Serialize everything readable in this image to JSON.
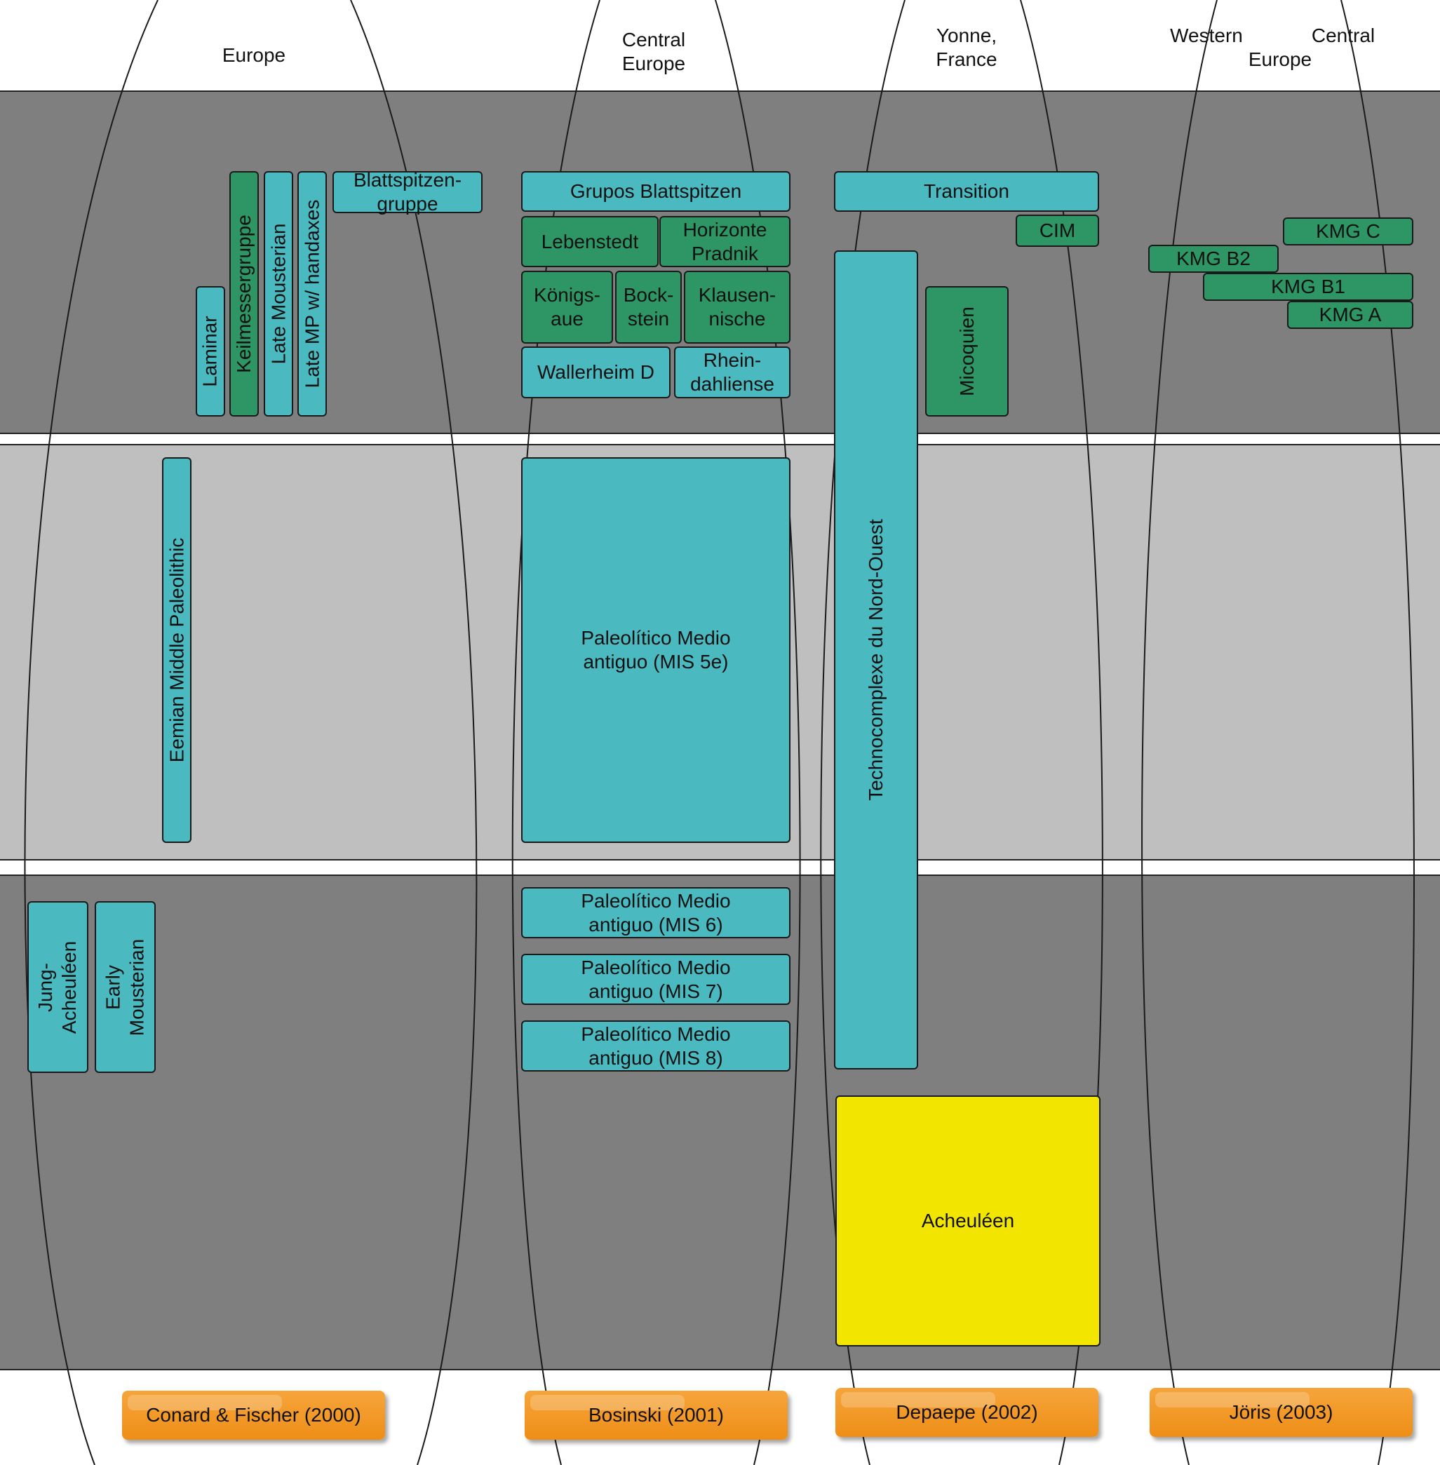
{
  "colors": {
    "band_dark": "#7f7f7f",
    "band_light": "#bfbfbf",
    "teal": "#4bbac0",
    "green": "#2e9665",
    "yellow": "#f2e600",
    "author_orange": "#ee8e17"
  },
  "regions": {
    "conard": "Europe",
    "bosinski": "Central\nEurope",
    "depaepe": "Yonne,\nFrance",
    "joris_western": "Western",
    "joris_central": "Central",
    "joris_europe": "Europe"
  },
  "boxes": {
    "laminar": "Laminar",
    "keilmessergruppe": "Keilmessergruppe",
    "late_mousterian": "Late Mousterian",
    "late_mp_handaxes": "Late MP w/ handaxes",
    "blattspitzengruppe": "Blattspitzen-\ngruppe",
    "eemian": "Eemian Middle Paleolithic",
    "jung_acheuleen": "Jung-\nAcheuléen",
    "early_mousterian": "Early\nMousterian",
    "grupos_blattspitzen": "Grupos Blattspitzen",
    "lebenstedt": "Lebenstedt",
    "horizonte_pradnik": "Horizonte\nPradnik",
    "konigsaue": "Königs-\naue",
    "bockstein": "Bock-\nstein",
    "klausennische": "Klausen-\nnische",
    "wallerheim": "Wallerheim D",
    "rheindahliense": "Rhein-\ndahliense",
    "mis5e": "Paleolítico Medio\nantiguo (MIS 5e)",
    "mis6": "Paleolítico Medio\nantiguo (MIS 6)",
    "mis7": "Paleolítico Medio\nantiguo (MIS 7)",
    "mis8": "Paleolítico Medio\nantiguo (MIS 8)",
    "transition": "Transition",
    "cim": "CIM",
    "micoquien": "Micoquien",
    "technocomplexe": "Technocomplexe du Nord-Ouest",
    "acheuleen": "Acheuléen",
    "kmg_c": "KMG C",
    "kmg_b2": "KMG B2",
    "kmg_b1": "KMG B1",
    "kmg_a": "KMG A"
  },
  "authors": {
    "conard_fischer": "Conard & Fischer (2000)",
    "bosinski": "Bosinski (2001)",
    "depaepe": "Depaepe (2002)",
    "joris": "Jöris (2003)"
  }
}
